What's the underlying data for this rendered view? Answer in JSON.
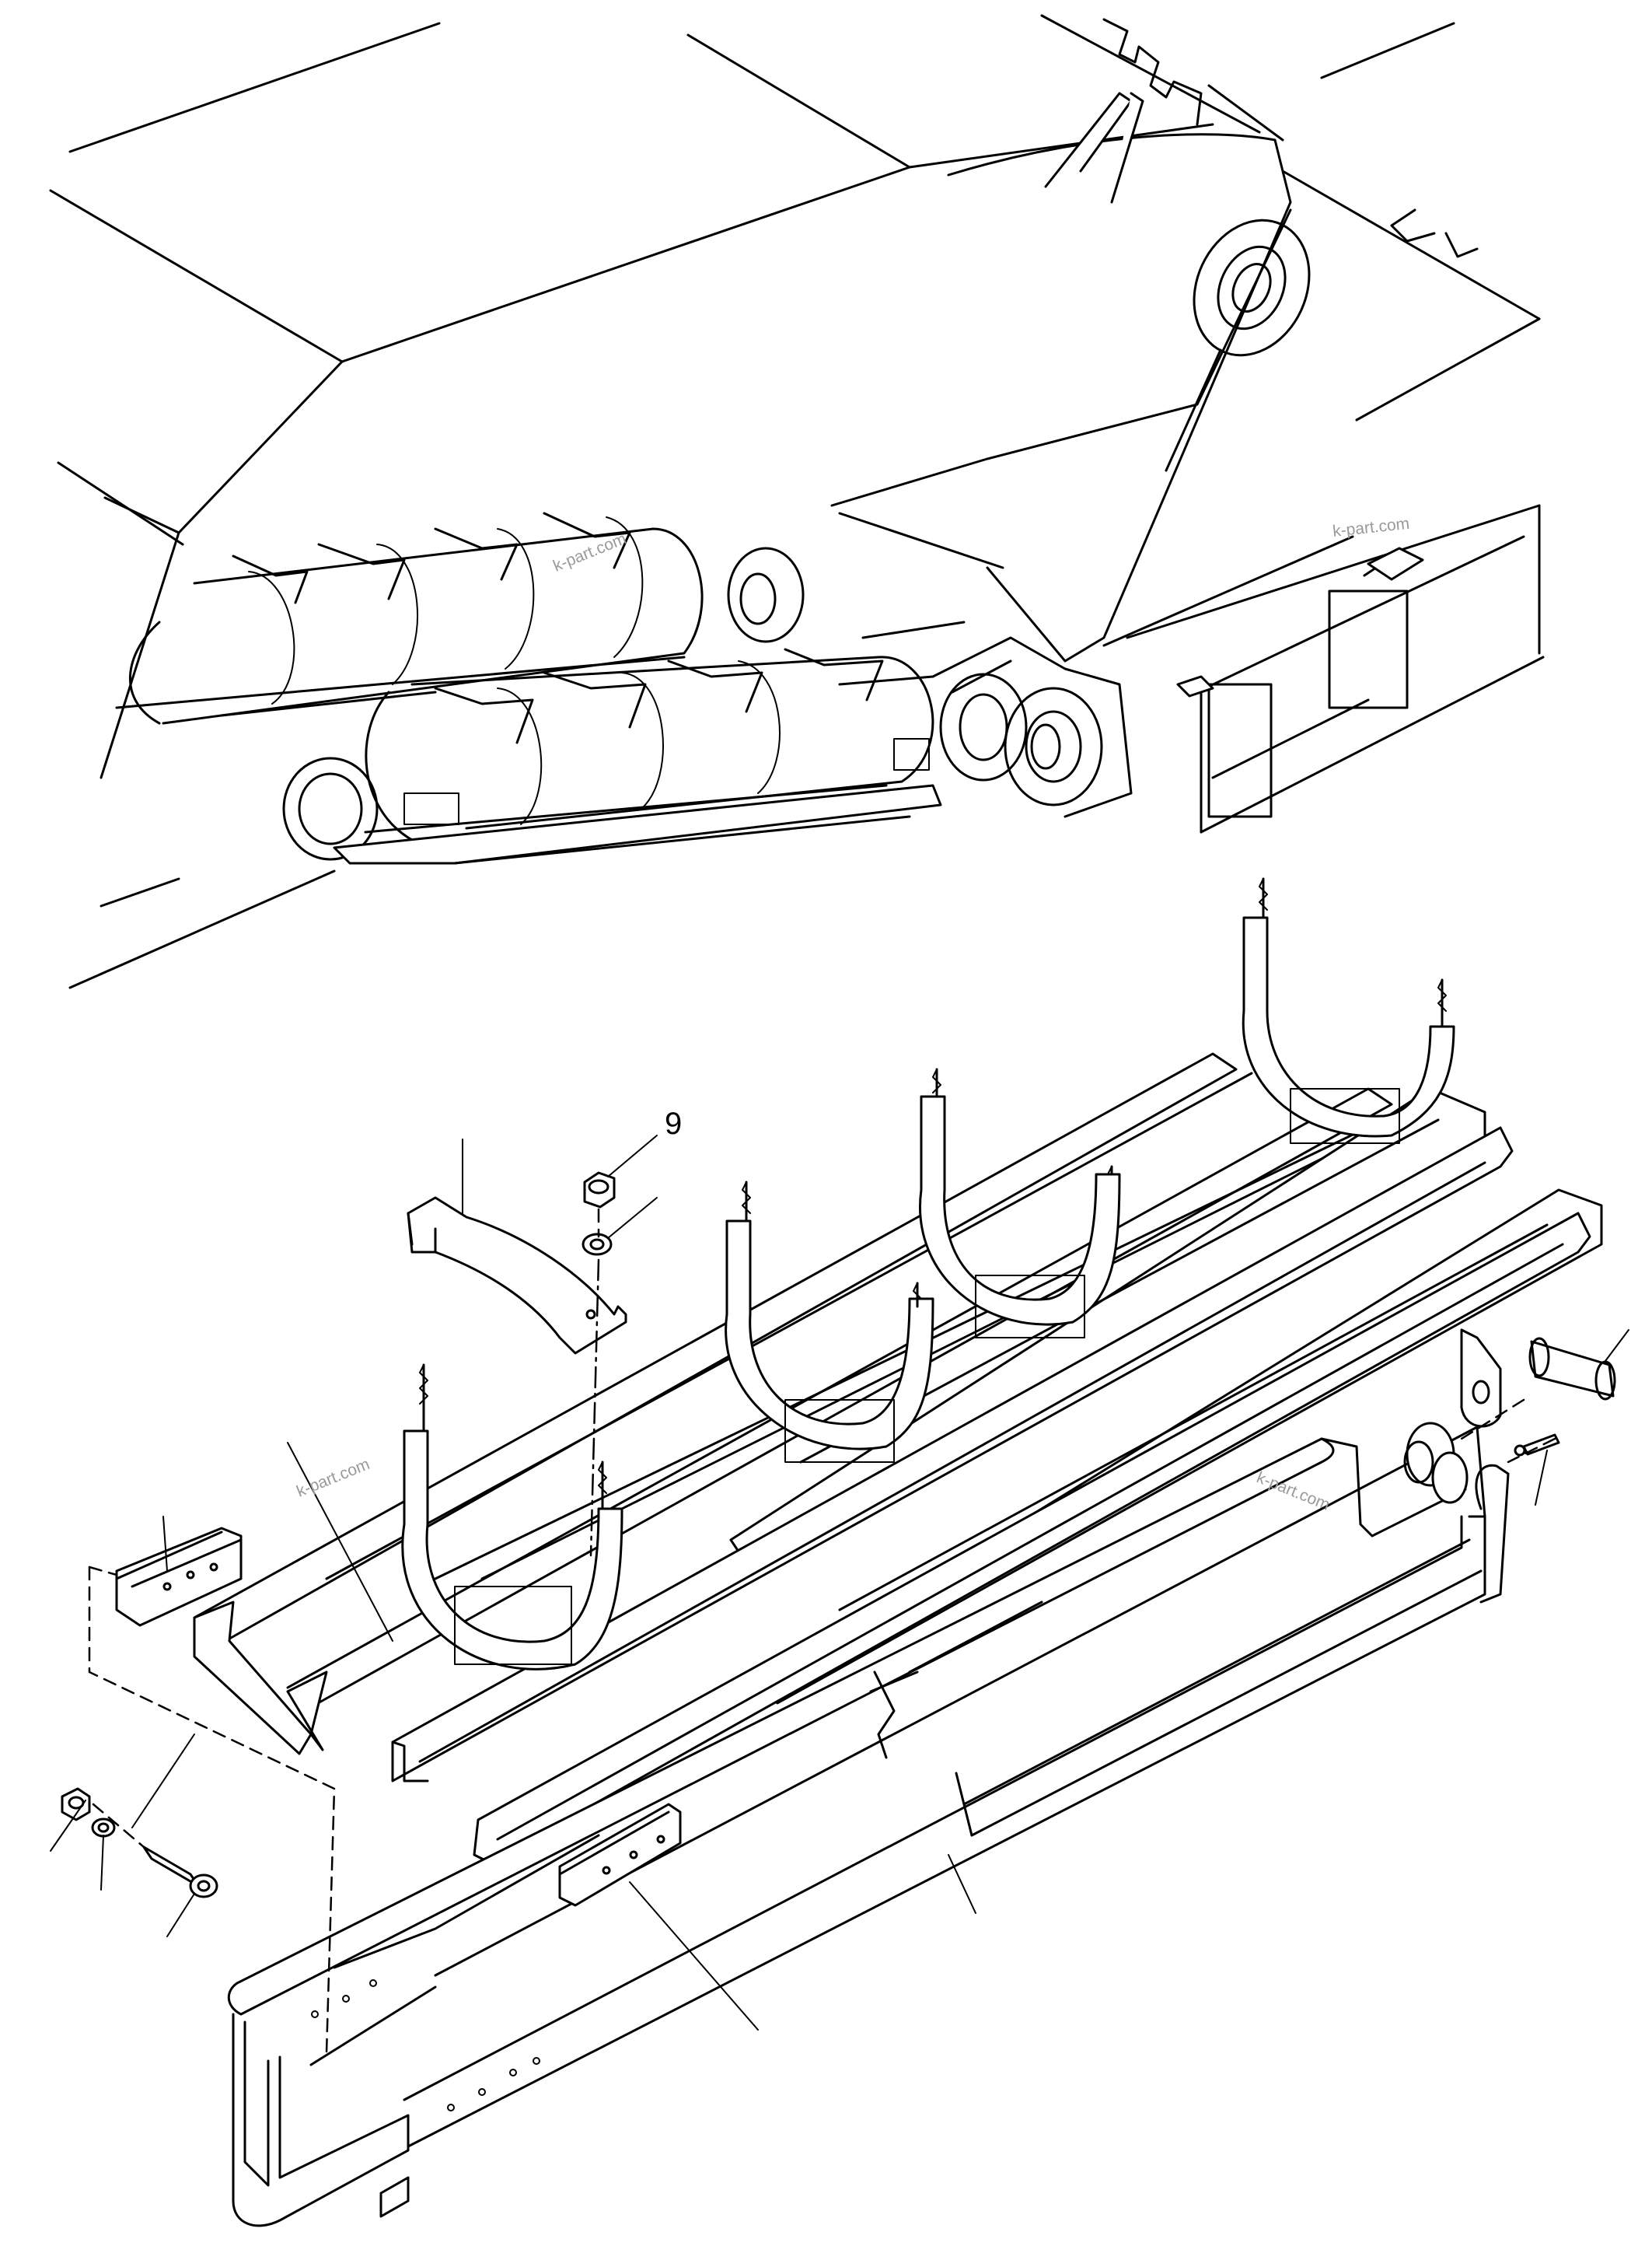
{
  "diagram": {
    "callouts": [
      {
        "label": "9"
      }
    ],
    "watermarks": [
      "k-part.com",
      "k-part.com",
      "k-part.com",
      "k-part.com"
    ]
  }
}
